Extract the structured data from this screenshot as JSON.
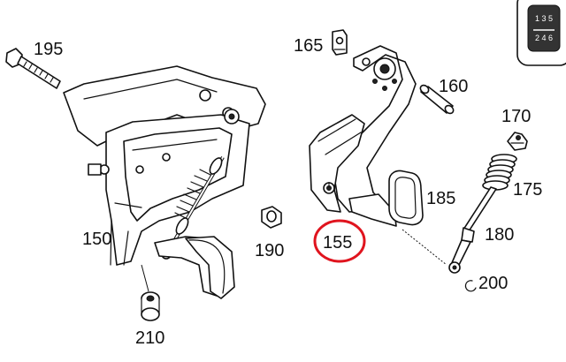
{
  "callouts": {
    "c195": "195",
    "c165": "165",
    "c160": "160",
    "c170": "170",
    "c185": "185",
    "c175": "175",
    "c150": "150",
    "c190": "190",
    "c155": "155",
    "c180": "180",
    "c200": "200",
    "c210": "210"
  },
  "gear_icon": {
    "row1": "1 3 5",
    "row2": "2 4 6"
  },
  "colors": {
    "line": "#111111",
    "highlight": "#e0141e",
    "background": "#ffffff"
  }
}
